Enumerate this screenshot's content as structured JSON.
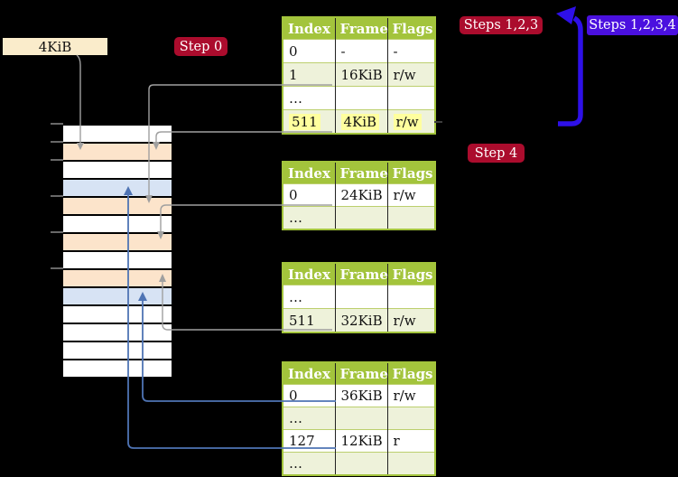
{
  "labels": {
    "mem_box": "4KiB",
    "step0": "Step 0",
    "steps123": "Steps 1,2,3",
    "steps1234": "Steps 1,2,3,4",
    "step4": "Step 4"
  },
  "table_columns": [
    "Index",
    "Frame",
    "Flags"
  ],
  "tables": [
    {
      "name": "level-4-page-table",
      "rows": [
        [
          "0",
          "-",
          "-"
        ],
        [
          "1",
          "16KiB",
          "r/w"
        ],
        [
          "…",
          "",
          ""
        ],
        [
          "511",
          "4KiB",
          "r/w"
        ]
      ],
      "highlighted_row_index": "511"
    },
    {
      "name": "level-3-page-table",
      "rows": [
        [
          "0",
          "24KiB",
          "r/w"
        ],
        [
          "…",
          "",
          ""
        ]
      ]
    },
    {
      "name": "level-2-page-table",
      "rows": [
        [
          "…",
          "",
          ""
        ],
        [
          "511",
          "32KiB",
          "r/w"
        ]
      ]
    },
    {
      "name": "level-1-page-table",
      "rows": [
        [
          "0",
          "36KiB",
          "r/w"
        ],
        [
          "…",
          "",
          ""
        ],
        [
          "127",
          "12KiB",
          "r"
        ],
        [
          "…",
          "",
          ""
        ]
      ]
    }
  ],
  "memory_column": {
    "row_colors": [
      "white",
      "orange",
      "white",
      "blue",
      "orange",
      "white",
      "orange",
      "white",
      "orange",
      "blue",
      "white",
      "white",
      "white",
      "white"
    ]
  },
  "colors": {
    "badge_red": "#ab0c2d",
    "badge_blue": "#4a10df",
    "big_arrow_blue": "#2e10e8",
    "table_header_green": "#a3c43c",
    "table_row_green": "#eef2da",
    "highlight_yellow": "#ffff9e",
    "frame_label_tan": "#faeccb",
    "memory_row_orange": "#fce4cb",
    "memory_row_blue": "#d7e3f4",
    "connector_gray": "#a0a0a0",
    "connector_steel_blue": "#4f74b4"
  }
}
